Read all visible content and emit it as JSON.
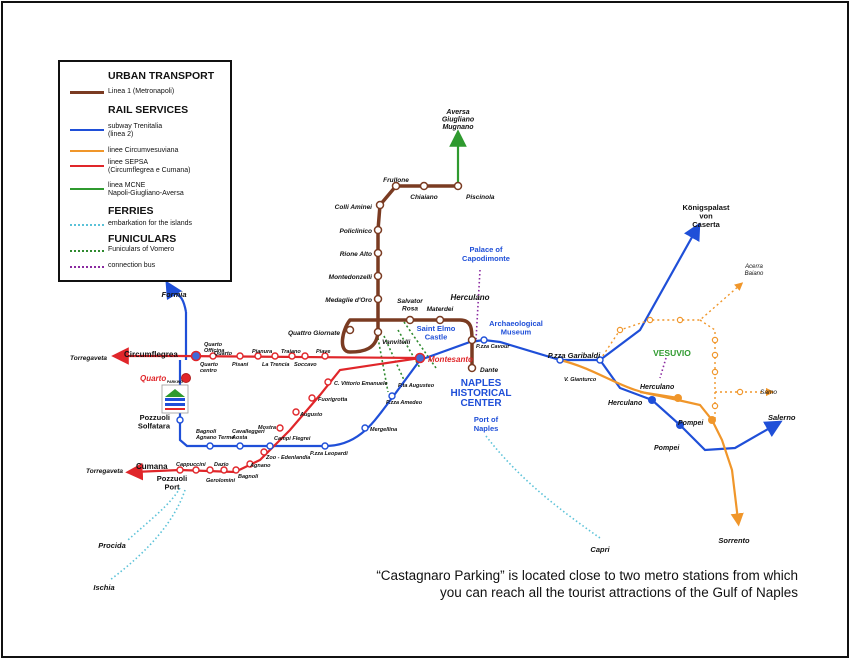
{
  "legend": {
    "urban_heading": "URBAN TRANSPORT",
    "linea1": "Linea 1 (Metronapoli)",
    "rail_heading": "RAIL SERVICES",
    "trenitalia": "subway Trenitalia\n(linea 2)",
    "circum": "linee Circumvesuviana",
    "sepsa": "linee SEPSA\n(Circumflegrea e Cumana)",
    "mcne": "linea MCNE\nNapoli-Giugliano-Aversa",
    "ferries_heading": "FERRIES",
    "ferries_text": "embarkation for the islands",
    "funiculars_heading": "FUNICULARS",
    "funiculars_text": "Funiculars of  Vomero",
    "bus_text": "connection bus"
  },
  "colors": {
    "linea1": "#7a3b22",
    "trenitalia": "#1f4fd8",
    "circumvesuviana": "#f0962a",
    "sepsa": "#e0262a",
    "mcne": "#2f9a2f",
    "ferries": "#5bc2d8",
    "funiculars": "#2f8a2f",
    "bus": "#8a2aa0"
  },
  "labels": {
    "aversa": "Aversa\nGiugliano\nMugnano",
    "frullone": "Frullone",
    "chiaiano": "Chiaiano",
    "piscinola": "Piscinola",
    "colli_aminei": "Colli Aminei",
    "policlinico": "Policlinico",
    "rione_alto": "Rione Alto",
    "montedonzelli": "Montedonzelli",
    "medaglie": "Medaglie d'Oro",
    "quattro_giornate": "Quattro Giornate",
    "vanvitelli": "Vanvitelli",
    "salvator_rosa": "Salvator\nRosa",
    "materdei": "Materdei",
    "herculano_top": "Herculano",
    "saint_elmo": "Saint Elmo\nCastle",
    "palace_capodimonte": "Palace of\nCapodimonte",
    "archaeological": "Archaeological\nMuseum",
    "pzza_cavour": "P.zza Cavour",
    "dante": "Dante",
    "naples_center": "NAPLES\nHISTORICAL\nCENTER",
    "montesanto": "Montesanto",
    "pta_augusteo": "P.ta Augusteo",
    "pzza_amedeo": "P.zza Amedeo",
    "mergellina": "Mergellina",
    "pzza_leopardi": "P.zza Leopardi",
    "port_of_naples": "Port of\nNaples",
    "capri": "Capri",
    "formia": "Formia",
    "circumflegrea": "Circumflegrea",
    "torregaveta1": "Torregaveta",
    "quarto_officina": "Quarto\nOfficina",
    "quarto_small": "Quarto",
    "quarto_centro": "Quarto\ncentro",
    "pisani": "Pisani",
    "pianura": "Pianura",
    "la_trencia": "La Trencia",
    "traiano": "Traiano",
    "soccavo": "Soccavo",
    "piave": "Piave",
    "quarto_red": "Quarto",
    "parking": "PARKING",
    "c_vittorio": "C. Vittorio Emanuele",
    "fuorigrotta": "Fuorigrotta",
    "augusto": "Augusto",
    "mostra": "Mostra",
    "campi_flegrei": "Campi Flegrei",
    "cavalleggeri": "Cavalleggeri\nAosta",
    "bagnoli_agnano": "Bagnoli\nAgnano Terme",
    "zoo": "Zoo - Edenlandia",
    "agnano": "Agnano",
    "pozzuoli_solfatara": "Pozzuoli\nSolfatara",
    "cumana": "Cumana",
    "torregaveta2": "Torregaveta",
    "cappuccini": "Cappuccini",
    "dazio": "Dazio",
    "gerolomini": "Gerolomini",
    "bagnoli": "Bagnoli",
    "pozzuoli_port": "Pozzuoli\nPort",
    "procida": "Procida",
    "ischia": "Ischia",
    "pzza_garibaldi": "P.zza Garibaldi",
    "v_gianturco": "V. Gianturco",
    "konigspalast": "Königspalast\nvon\nCaserta",
    "acerra": "Acerra\nBaiano",
    "vesuvio": "VESUVIO",
    "herculano_orange": "Herculano",
    "herculano_blue": "Herculano",
    "samo": "Samo",
    "pompei_orange": "Pompei",
    "pompei_blue": "Pompei",
    "salerno": "Salerno",
    "sorrento": "Sorrento"
  },
  "caption": {
    "line1": "“Castagnaro Parking” is located close to two metro stations from which",
    "line2": "you can reach all the tourist attractions of the Gulf of Naples"
  }
}
